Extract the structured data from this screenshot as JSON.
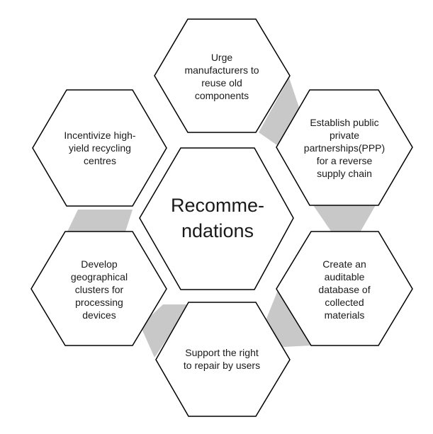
{
  "diagram": {
    "center": {
      "label": "Recomme-\nndations"
    },
    "nodes": [
      {
        "id": "top",
        "label": "Urge\nmanufacturers to\nreuse old\ncomponents"
      },
      {
        "id": "upper-right",
        "label": "Establish public\nprivate\npartnerships(PPP)\nfor a reverse\nsupply chain"
      },
      {
        "id": "lower-right",
        "label": "Create an\nauditable\ndatabase of\ncollected\nmaterials"
      },
      {
        "id": "bottom",
        "label": "Support the right\nto repair by users"
      },
      {
        "id": "lower-left",
        "label": "Develop\ngeographical\nclusters for\nprocessing\ndevices"
      },
      {
        "id": "upper-left",
        "label": "Incentivize high-\nyield recycling\ncentres"
      }
    ],
    "colors": {
      "hex_fill": "#ffffff",
      "hex_stroke": "#000000",
      "connector_fill": "#c8c8c8"
    }
  }
}
